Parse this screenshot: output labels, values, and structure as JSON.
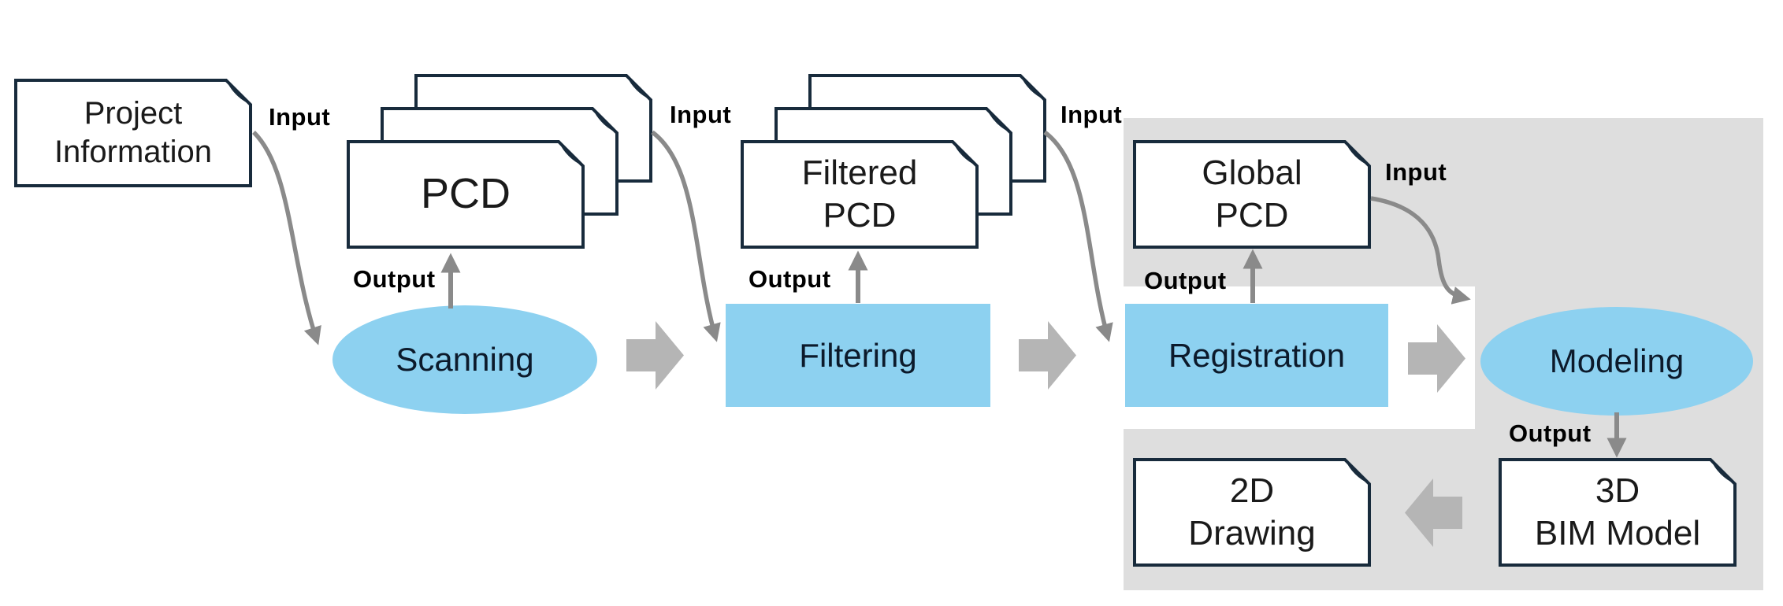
{
  "diagram": {
    "type": "flowchart",
    "nodes": {
      "project_information": "Project\nInformation",
      "pcd": "PCD",
      "scanning": "Scanning",
      "filtered_pcd": "Filtered\nPCD",
      "filtering": "Filtering",
      "global_pcd": "Global\nPCD",
      "registration": "Registration",
      "modeling": "Modeling",
      "bim_3d": "3D\nBIM Model",
      "drawing_2d": "2D\nDrawing"
    },
    "labels": {
      "scanning_input": "Input",
      "scanning_output": "Output",
      "filtering_input": "Input",
      "filtering_output": "Output",
      "registration_input": "Input",
      "registration_output": "Output",
      "modeling_input": "Input",
      "modeling_output": "Output"
    },
    "edges": [
      {
        "from": "project_information",
        "to": "scanning",
        "label": "Input",
        "style": "curved-thin"
      },
      {
        "from": "scanning",
        "to": "pcd",
        "label": "Output",
        "style": "straight-thin"
      },
      {
        "from": "scanning",
        "to": "filtering",
        "label": "",
        "style": "block"
      },
      {
        "from": "pcd",
        "to": "filtering",
        "label": "Input",
        "style": "curved-thin"
      },
      {
        "from": "filtering",
        "to": "filtered_pcd",
        "label": "Output",
        "style": "straight-thin"
      },
      {
        "from": "filtering",
        "to": "registration",
        "label": "",
        "style": "block"
      },
      {
        "from": "filtered_pcd",
        "to": "registration",
        "label": "Input",
        "style": "curved-thin"
      },
      {
        "from": "registration",
        "to": "global_pcd",
        "label": "Output",
        "style": "straight-thin"
      },
      {
        "from": "registration",
        "to": "modeling",
        "label": "",
        "style": "block"
      },
      {
        "from": "global_pcd",
        "to": "modeling",
        "label": "Input",
        "style": "curved-thin"
      },
      {
        "from": "modeling",
        "to": "bim_3d",
        "label": "Output",
        "style": "straight-thin"
      },
      {
        "from": "bim_3d",
        "to": "drawing_2d",
        "label": "",
        "style": "block"
      }
    ],
    "colors": {
      "process_blue": "#8dd1f0",
      "border_navy": "#182b3c",
      "region_gray": "#dedede",
      "block_arrow_gray": "#b5b5b5",
      "thin_arrow_gray": "#8a8a8a",
      "background": "#ffffff",
      "text_dark": "#1a1a1a"
    }
  }
}
